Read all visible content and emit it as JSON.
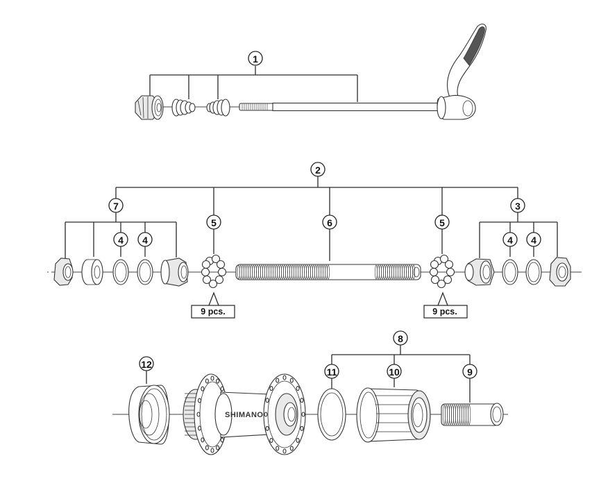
{
  "diagram": {
    "title": "Rear hub exploded view",
    "brand_text": "SHIMANO",
    "callouts": [
      {
        "id": "c1",
        "label": "1",
        "part": "quick-release skewer assembly"
      },
      {
        "id": "c2",
        "label": "2",
        "part": "hub axle assembly"
      },
      {
        "id": "c3",
        "label": "3",
        "part": "right cone/locknut assembly"
      },
      {
        "id": "c4a",
        "label": "4",
        "part": "washer"
      },
      {
        "id": "c4b",
        "label": "4",
        "part": "washer"
      },
      {
        "id": "c4c",
        "label": "4",
        "part": "washer"
      },
      {
        "id": "c4d",
        "label": "4",
        "part": "washer"
      },
      {
        "id": "c5a",
        "label": "5",
        "part": "steel balls"
      },
      {
        "id": "c5b",
        "label": "5",
        "part": "steel balls"
      },
      {
        "id": "c6",
        "label": "6",
        "part": "hub axle"
      },
      {
        "id": "c7",
        "label": "7",
        "part": "left cone/locknut assembly"
      },
      {
        "id": "c8",
        "label": "8",
        "part": "freehub body assembly"
      },
      {
        "id": "c9",
        "label": "9",
        "part": "freehub body fixing bolt"
      },
      {
        "id": "c10",
        "label": "10",
        "part": "freehub body"
      },
      {
        "id": "c11",
        "label": "11",
        "part": "freehub body spacer"
      },
      {
        "id": "c12",
        "label": "12",
        "part": "dust cap"
      }
    ],
    "quantity_notes": [
      {
        "id": "left",
        "text": "9 pcs."
      },
      {
        "id": "right",
        "text": "9 pcs."
      }
    ]
  }
}
